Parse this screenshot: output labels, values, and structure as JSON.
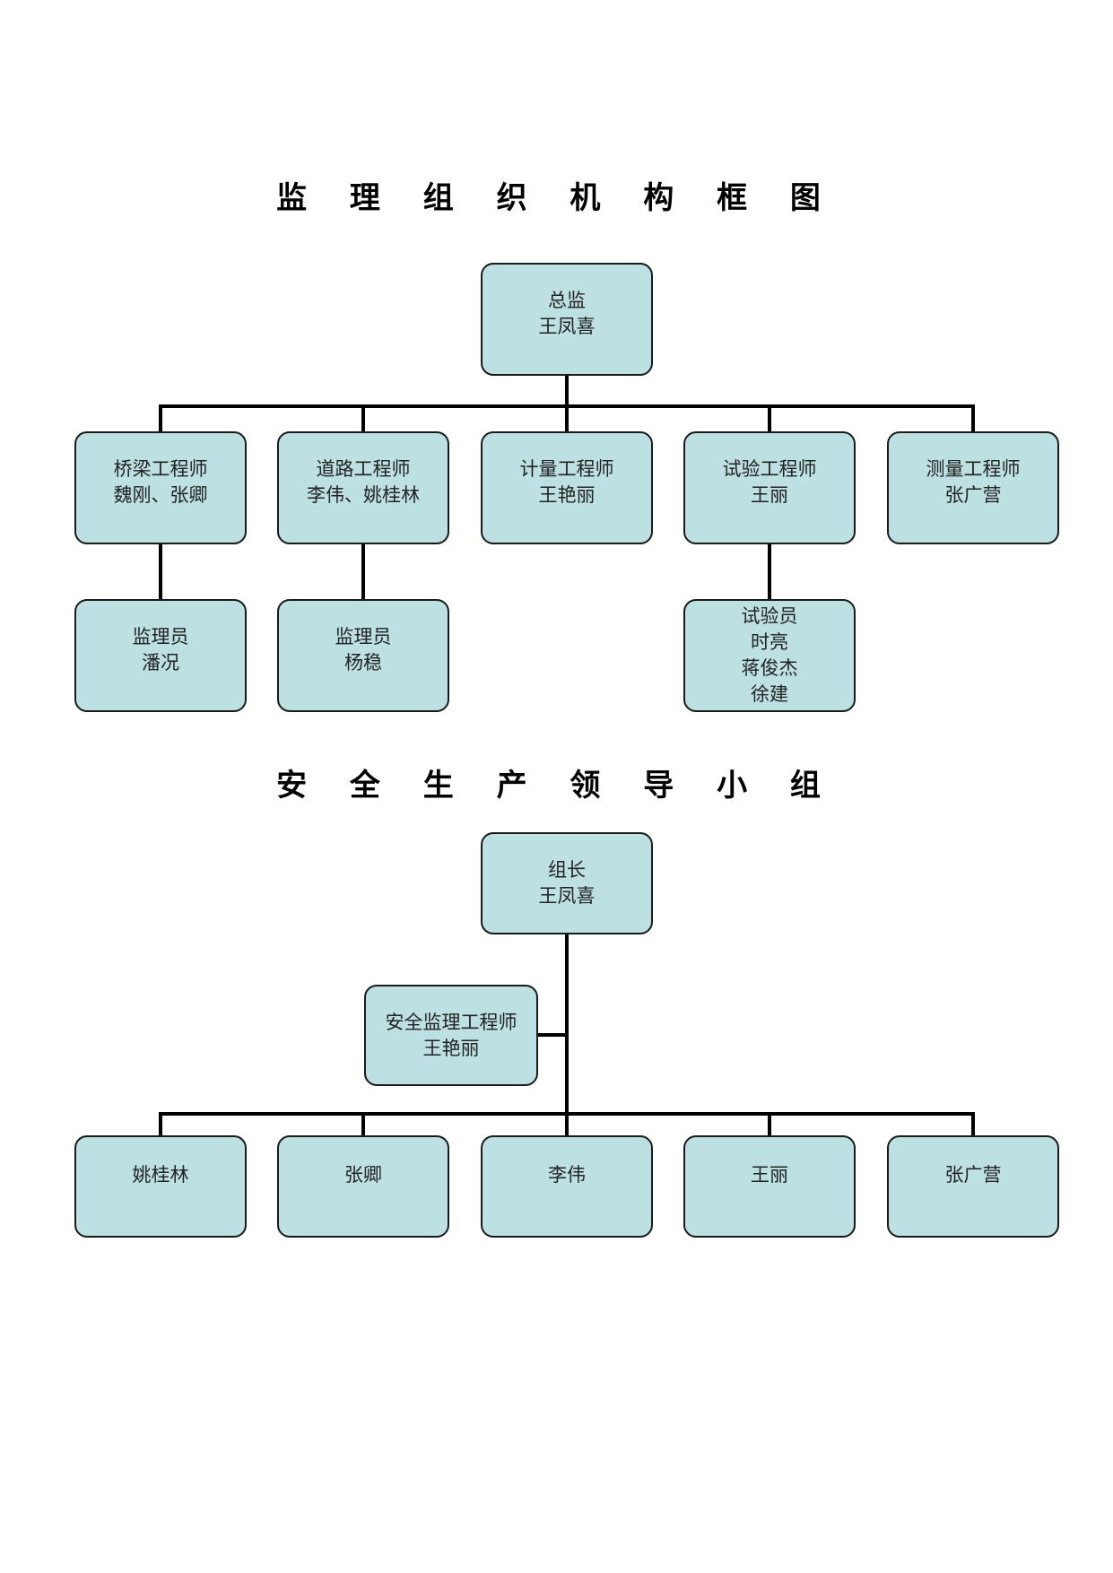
{
  "org_chart": {
    "title": "监 理 组 织 机 构 框 图",
    "chief": {
      "role": "总监",
      "name": "王凤喜"
    },
    "engineers": [
      {
        "role": "桥梁工程师",
        "names": "魏刚、张卿"
      },
      {
        "role": "道路工程师",
        "names": "李伟、姚桂林"
      },
      {
        "role": "计量工程师",
        "names": "王艳丽"
      },
      {
        "role": "试验工程师",
        "names": "王丽"
      },
      {
        "role": "测量工程师",
        "names": "张广营"
      }
    ],
    "staff": [
      {
        "role": "监理员",
        "lines": [
          "潘况"
        ]
      },
      {
        "role": "监理员",
        "lines": [
          "杨稳"
        ]
      },
      {
        "role": "试验员",
        "lines": [
          "时亮",
          "蒋俊杰",
          "徐建"
        ]
      }
    ]
  },
  "safety_group": {
    "title": "安 全 生 产 领 导 小 组",
    "leader": {
      "role": "组长",
      "name": "王凤喜"
    },
    "safety_engineer": {
      "role": "安全监理工程师",
      "name": "王艳丽"
    },
    "members": [
      "姚桂林",
      "张卿",
      "李伟",
      "王丽",
      "张广营"
    ]
  }
}
